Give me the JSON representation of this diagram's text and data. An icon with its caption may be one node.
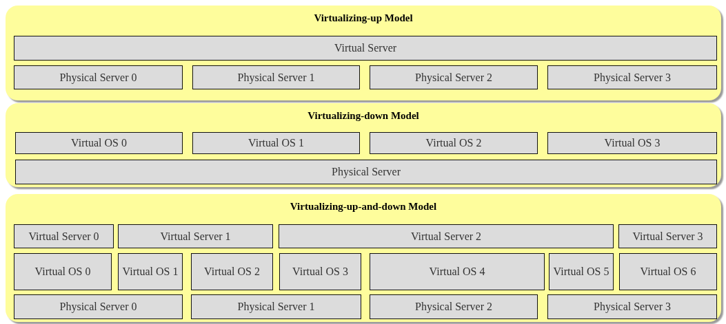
{
  "diagram": {
    "nodes": [
      {
        "text": [
          "Virtualizing-up Model"
        ]
      },
      {
        "text": [
          "Virtual Server"
        ],
        "in": 0
      },
      {
        "text": [
          "Physical Server 0"
        ],
        "in": 0
      },
      {
        "text": [
          "Physical Server 1"
        ],
        "in": 0
      },
      {
        "text": [
          "Physical Server 2"
        ],
        "in": 0
      },
      {
        "text": [
          "Physical Server 3"
        ],
        "in": 0
      },
      {
        "text": [
          "Virtualizing-down Model"
        ]
      },
      {
        "text": [
          "Virtual OS 0"
        ],
        "in": 6
      },
      {
        "text": [
          "Virtual OS 1"
        ],
        "in": 6
      },
      {
        "text": [
          "Virtual OS 2"
        ],
        "in": 6
      },
      {
        "text": [
          "Virtual OS 3"
        ],
        "in": 6
      },
      {
        "text": [
          "Physical Server"
        ],
        "in": 6
      },
      {
        "text": [
          "Virtualizing-up-and-down Model"
        ]
      },
      {
        "text": [
          "Virtual Server 0"
        ],
        "in": 12
      },
      {
        "text": [
          "Virtual Server 1"
        ],
        "in": 12
      },
      {
        "text": [
          "Virtual Server 2"
        ],
        "in": 12
      },
      {
        "text": [
          "Virtual Server 3"
        ],
        "in": 12
      },
      {
        "text": [
          "Virtual OS 0"
        ],
        "in": 12
      },
      {
        "text": [
          "Virtual OS 1"
        ],
        "in": 12
      },
      {
        "text": [
          "Virtual OS 2"
        ],
        "in": 12
      },
      {
        "text": [
          "Virtual OS 3"
        ],
        "in": 12
      },
      {
        "text": [
          "Virtual OS 4"
        ],
        "in": 12
      },
      {
        "text": [
          "Virtual OS 5"
        ],
        "in": 12
      },
      {
        "text": [
          "Virtual OS 6"
        ],
        "in": 12
      },
      {
        "text": [
          "Physical Server 0"
        ],
        "in": 12
      },
      {
        "text": [
          "Physical Server 1"
        ],
        "in": 12
      },
      {
        "text": [
          "Physical Server 2"
        ],
        "in": 12
      },
      {
        "text": [
          "Physical Server 3"
        ],
        "in": 12
      }
    ]
  }
}
